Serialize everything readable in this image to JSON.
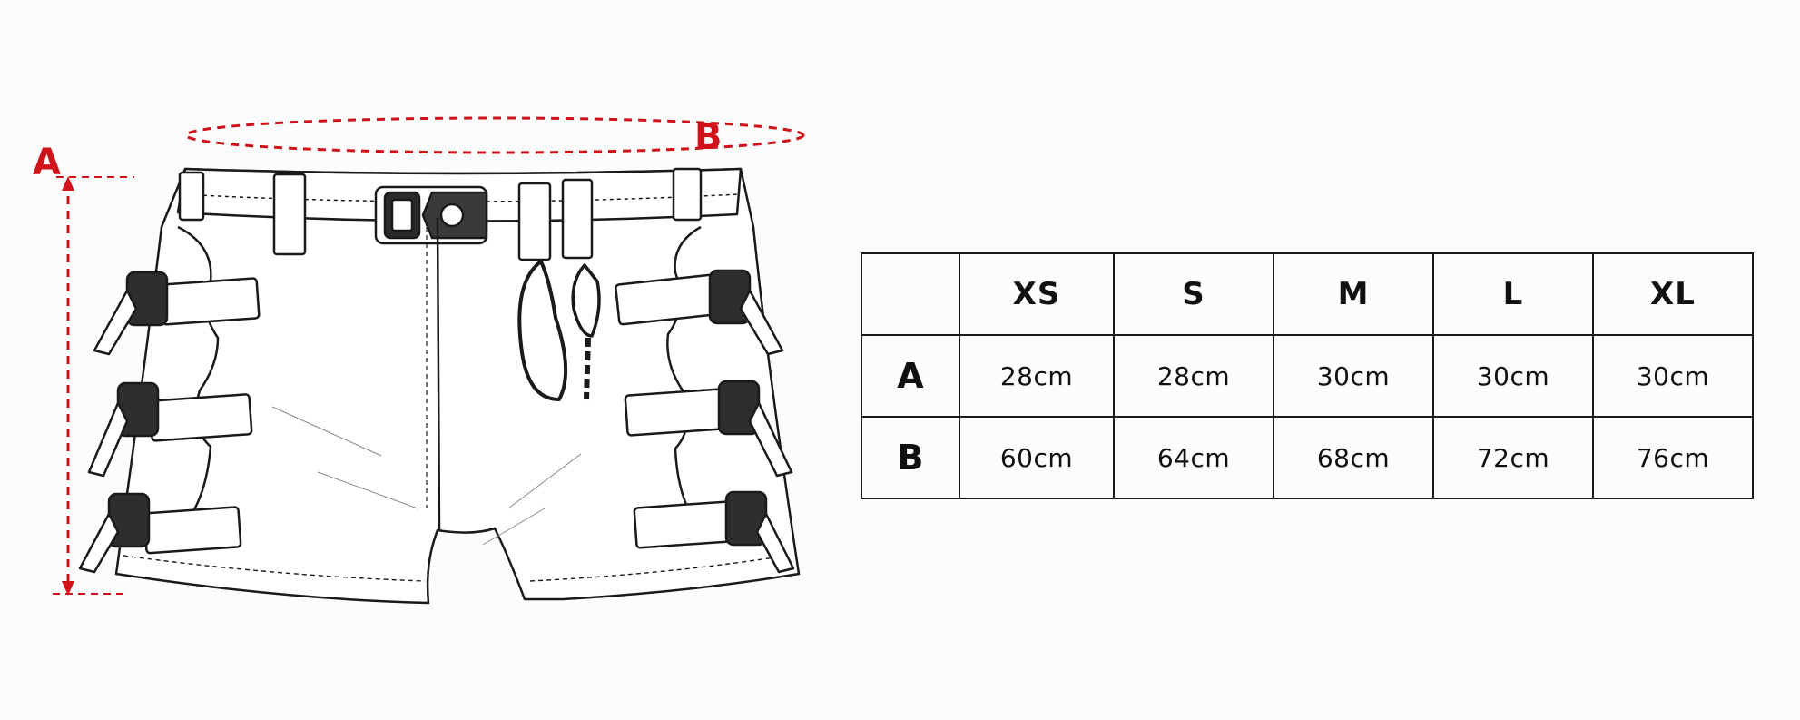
{
  "dimensions": {
    "a_label": "A",
    "b_label": "B",
    "color": "#d0121b"
  },
  "size_chart": {
    "sizes": [
      "XS",
      "S",
      "M",
      "L",
      "XL"
    ],
    "rows": [
      {
        "label": "A",
        "values": [
          "28cm",
          "28cm",
          "30cm",
          "30cm",
          "30cm"
        ]
      },
      {
        "label": "B",
        "values": [
          "60cm",
          "64cm",
          "68cm",
          "72cm",
          "76cm"
        ]
      }
    ]
  }
}
